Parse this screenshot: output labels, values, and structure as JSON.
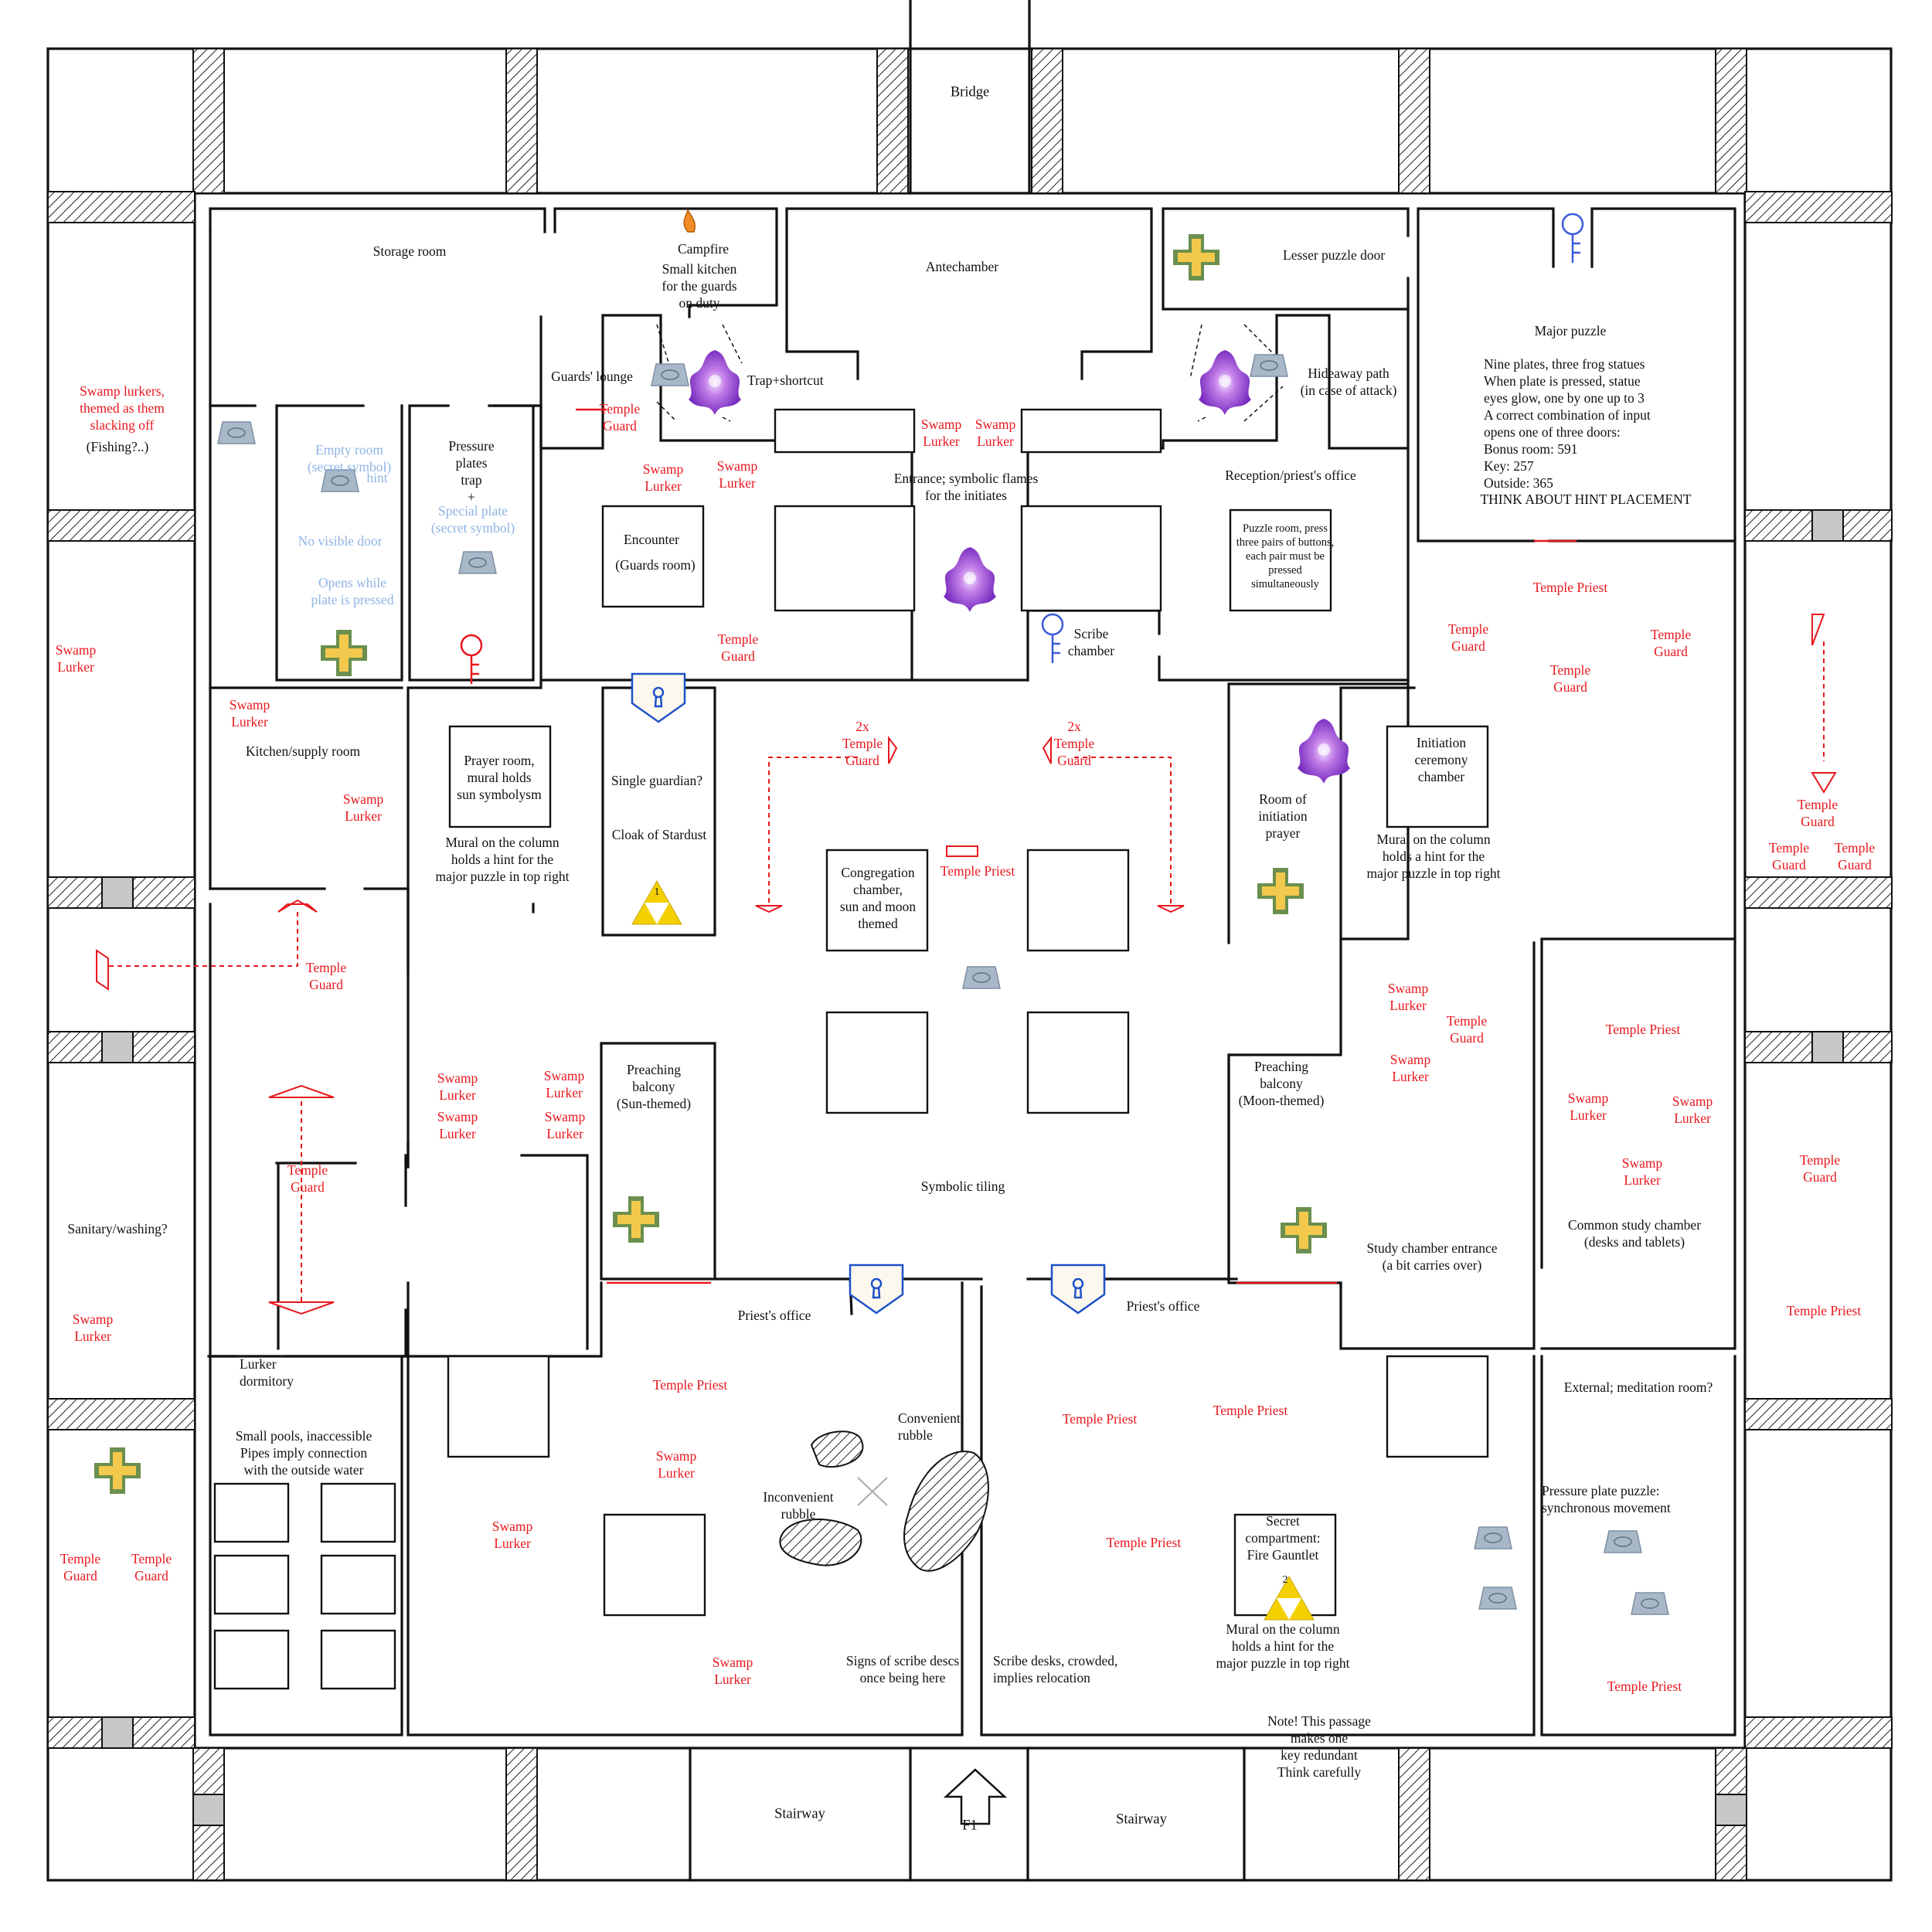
{
  "map": {
    "colors": {
      "wall": "#111111",
      "label": "#111111",
      "enemy": "#e8181e",
      "secret": "#8fb4e3",
      "heal_cross_fill": "#f2c94c",
      "heal_cross_border": "#6b8f4e",
      "key_red": "#e8181e",
      "key_blue": "#3b5bdb",
      "portal": "#b05be0",
      "plate": "#a9b8c8",
      "triforce": "#f5d000"
    },
    "labels": {
      "bridge": "Bridge",
      "storage": "Storage room",
      "campfire": "Campfire",
      "kitchen_small": "Small kitchen\nfor the guards\non duty",
      "antechamber": "Antechamber",
      "lesser_door": "Lesser puzzle door",
      "major_title": "Major puzzle",
      "major_text": "Nine plates, three frog statues\nWhen plate is pressed, statue\neyes glow, one by one up to 3\nA correct combination of input\nopens one of three doors:\nBonus room: 591\nKey: 257\nOutside: 365",
      "think": "THINK ABOUT HINT PLACEMENT",
      "guards_lounge": "Guards' lounge",
      "trap_shortcut": "Trap+shortcut",
      "hideaway": "Hideaway path\n(in case of attack)",
      "swamp_lurkers_themed": "Swamp lurkers,\nthemed as them\nslacking off",
      "fishing": "(Fishing?..)",
      "empty_room": "Empty room\n(secret symbol)",
      "hint": "hint",
      "pressure_trap": "Pressure\nplates\ntrap\n+",
      "special_plate": "Special plate\n(secret symbol)",
      "no_visible_door": "No visible door",
      "opens_while": "Opens while\nplate is pressed",
      "entrance": "Entrance; symbolic flames\nfor the initiates",
      "reception": "Reception/priest's office",
      "encounter": "Encounter",
      "guards_room": "(Guards room)",
      "puzzle_room": "Puzzle room, press\nthree pairs of buttons,\neach pair must be\npressed\nsimultaneously",
      "scribe": "Scribe\nchamber",
      "kitchen_supply": "Kitchen/supply room",
      "prayer_room": "Prayer room,\nmural holds\nsun symbolysm",
      "mural_hint": "Mural on the column\nholds a hint for the\nmajor puzzle in top right",
      "single_guardian": "Single guardian?",
      "cloak": "Cloak of Stardust",
      "initiation_chamber": "Initiation\nceremony\nchamber",
      "room_initiation_prayer": "Room of\ninitiation\nprayer",
      "congregation": "Congregation\nchamber,\nsun and moon\nthemed",
      "preaching_sun": "Preaching\nbalcony\n(Sun-themed)",
      "preaching_moon": "Preaching\nbalcony\n(Moon-themed)",
      "symbolic_tiling": "Symbolic tiling",
      "study_entrance": "Study chamber entrance\n(a bit carries over)",
      "common_study": "Common study chamber\n(desks and tablets)",
      "sanitary": "Sanitary/washing?",
      "priests_office": "Priest's office",
      "lurker_dormitory": "Lurker\ndormitory",
      "small_pools": "Small pools, inaccessible\nPipes imply connection\nwith the outside water",
      "convenient_rubble": "Convenient\nrubble",
      "inconvenient_rubble": "Inconvenient\nrubble",
      "external_meditation": "External; meditation room?",
      "pressure_puzzle": "Pressure plate puzzle:\nsynchronous movement",
      "secret_compartment": "Secret\ncompartment:\nFire Gauntlet",
      "signs_scribe": "Signs of scribe descs\nonce being here",
      "scribe_desks": "Scribe desks, crowded,\nimplies relocation",
      "note": "Note! This passage\nmakes one\nkey redundant\nThink carefully",
      "stairway": "Stairway",
      "f1": "F1",
      "x2_guard": "2x\nTemple\nGuard",
      "temple_guard": "Temple\nGuard",
      "temple_priest": "Temple Priest",
      "swamp_lurker": "Swamp\nLurker",
      "item_1": "1",
      "item_2": "2"
    }
  }
}
